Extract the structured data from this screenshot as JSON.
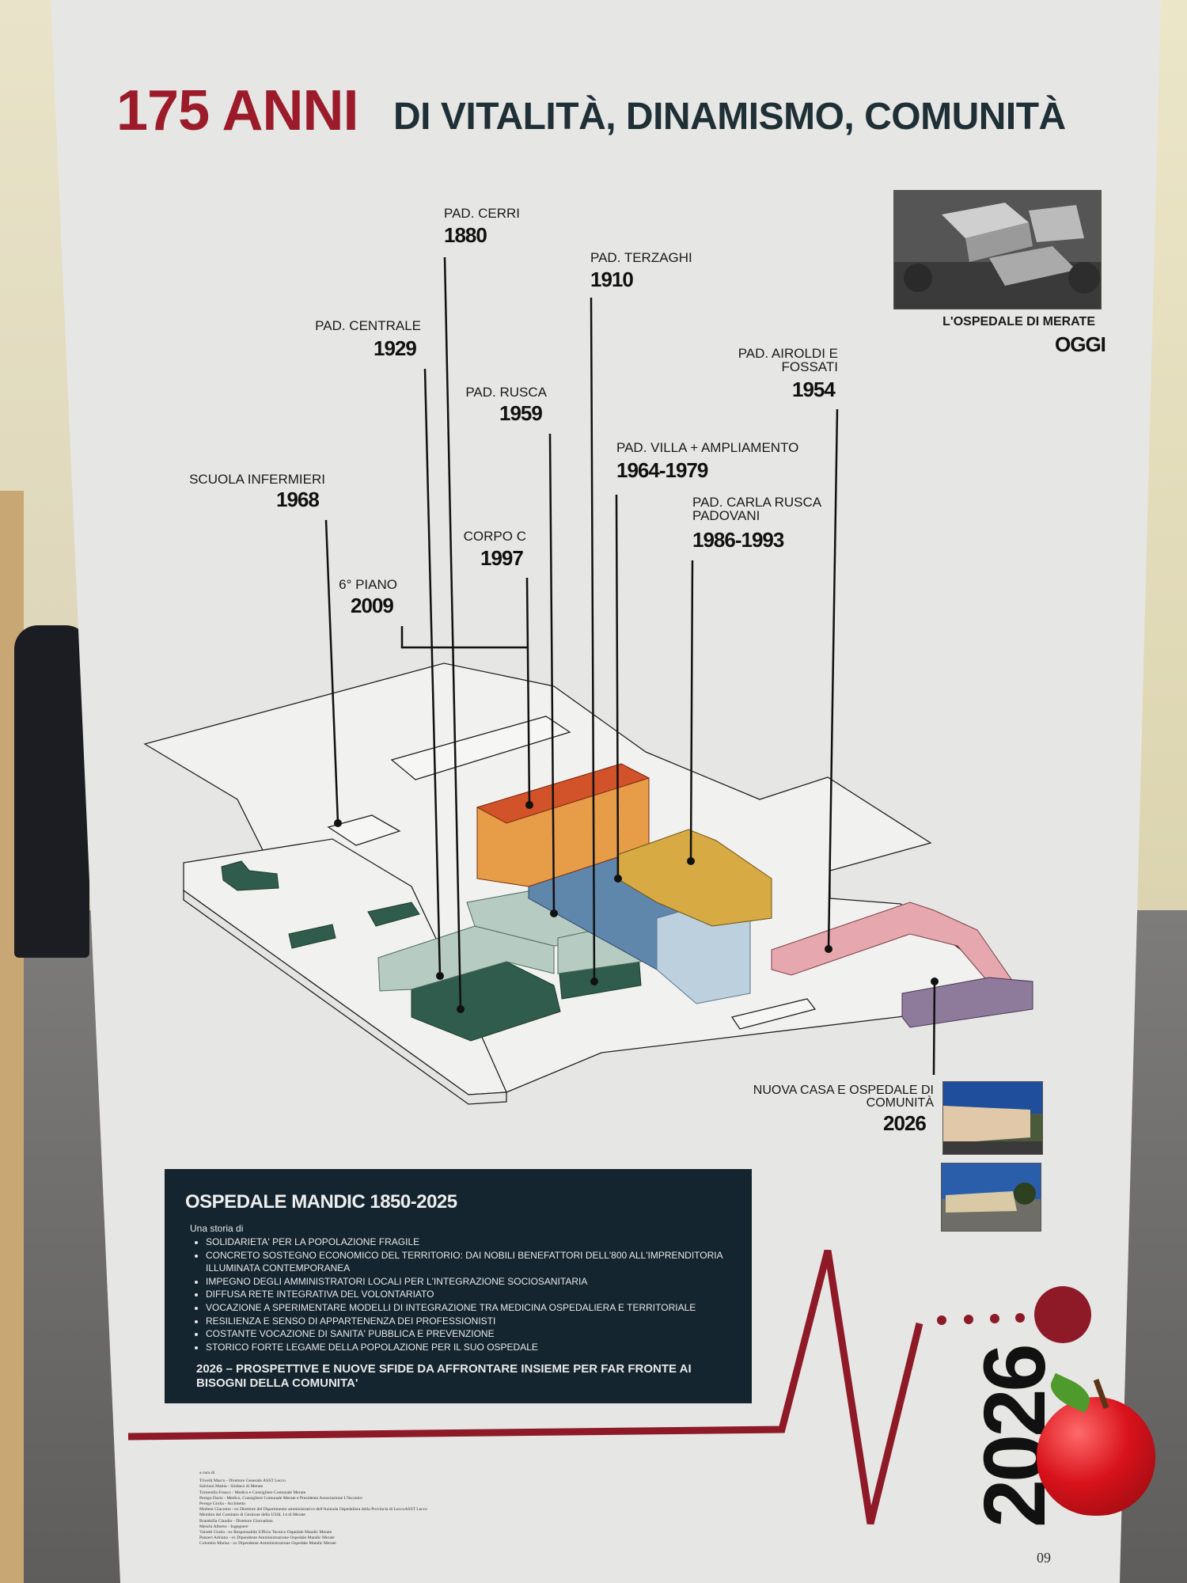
{
  "title": {
    "highlight": "175 ANNI",
    "rest": "DI VITALITÀ, DINAMISMO, COMUNITÀ"
  },
  "photo_today": {
    "caption": "L'OSPEDALE DI MERATE",
    "label": "OGGI"
  },
  "buildings": [
    {
      "name": "PAD. CERRI",
      "year": "1880",
      "color": "#2f5c4c"
    },
    {
      "name": "PAD. TERZAGHI",
      "year": "1910",
      "color": "#2f5c4c"
    },
    {
      "name": "PAD. CENTRALE",
      "year": "1929",
      "color": "#9fb8ad"
    },
    {
      "name": "PAD. RUSCA",
      "year": "1959",
      "color": "#b9cdc4"
    },
    {
      "name": "PAD. AIROLDI E FOSSATI",
      "year": "1954",
      "color": "#e7a7ae"
    },
    {
      "name": "PAD. VILLA + AMPLIAMENTO",
      "year": "1964-1979",
      "color": "#5f86ab"
    },
    {
      "name": "PAD. CARLA RUSCA PADOVANI",
      "year": "1986-1993",
      "color": "#d7aa44"
    },
    {
      "name": "SCUOLA INFERMIERI",
      "year": "1968",
      "color": "#f3f3f1"
    },
    {
      "name": "CORPO C",
      "year": "1997",
      "color": "#d2522a"
    },
    {
      "name": "6° PIANO",
      "year": "2009",
      "color": "#f3f3f1"
    },
    {
      "name": "NUOVA CASA E OSPEDALE DI COMUNITÀ",
      "year": "2026",
      "color": "#8e7a9a"
    }
  ],
  "infobox": {
    "heading": "OSPEDALE MANDIC 1850-2025",
    "intro": "Una storia di",
    "items": [
      "SOLIDARIETA' PER LA POPOLAZIONE FRAGILE",
      "CONCRETO SOSTEGNO ECONOMICO DEL TERRITORIO: DAI NOBILI BENEFATTORI DELL'800 ALL'IMPRENDITORIA ILLUMINATA CONTEMPORANEA",
      "IMPEGNO DEGLI AMMINISTRATORI LOCALI PER L'INTEGRAZIONE SOCIOSANITARIA",
      "DIFFUSA RETE INTEGRATIVA DEL VOLONTARIATO",
      "VOCAZIONE A SPERIMENTARE MODELLI DI INTEGRAZIONE TRA MEDICINA OSPEDALIERA E TERRITORIALE",
      "RESILIENZA E SENSO DI APPARTENENZA DEI PROFESSIONISTI",
      "COSTANTE VOCAZIONE DI SANITA' PUBBLICA E PREVENZIONE",
      "STORICO FORTE LEGAME DELLA POPOLAZIONE PER IL SUO OSPEDALE"
    ],
    "closing": "2026 – PROSPETTIVE E NUOVE SFIDE DA AFFRONTARE INSIEME PER FAR FRONTE AI BISOGNI DELLA COMUNITA'"
  },
  "credits": {
    "heading": "a cura di",
    "names": [
      "Trivelli Marco - Direttore Generale ASST Lecco",
      "Salvioni Mattia - Sindaco di Merate",
      "Tornerella Franco - Medico e Consigliere Comunale Merate",
      "Perego Dario - Medico, Consigliere Comunale Merate e Presidente Associazione L'Incontro",
      "Perego Giulia - Architetto",
      "Molteni Giacomo - ex Direttore del Dipartimento amministrativo dell'Azienda Ospedaliera della Provincia di LeccoASST Lecco",
      "Membro del Comitato di Gestione della USSL 14 di Merate",
      "Brambilla Claudio - Direttore Giornalista",
      "Meschi Alberto - Ingegnere",
      "Vairetti Giulia - ex Responsabile Ufficio Tecnico Ospedale Mandic Merate",
      "Panzeri Adriana - ex Dipendente Amministrazione Ospedale Mandic Merate",
      "Colombo Marisa - ex Dipendente Amministrazione Ospedale Mandic Merate"
    ]
  },
  "badge_year": "2026",
  "page_number": "09",
  "colors": {
    "accent_red": "#9b1b2a",
    "dark_navy": "#14252f",
    "title_dark": "#1f2f36"
  }
}
